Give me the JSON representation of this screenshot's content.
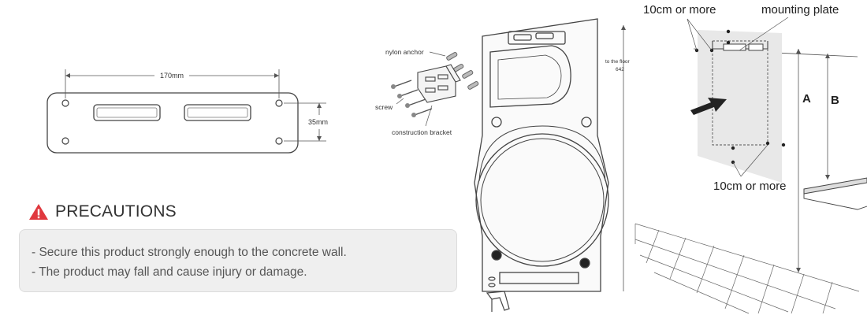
{
  "plate_diagram": {
    "width_label": "170mm",
    "height_label": "35mm"
  },
  "precautions": {
    "icon": "warning-triangle-icon",
    "icon_color": "#e0383e",
    "title": "PRECAUTIONS",
    "items": [
      "- Secure this product strongly enough to the concrete wall.",
      "- The product may fall and cause injury or damage."
    ]
  },
  "bracket_diagram": {
    "nylon_anchor_label": "nylon anchor",
    "screw_label": "screw",
    "construction_bracket_label": "construction bracket",
    "floor_label": "to the floor",
    "floor_value": "642"
  },
  "wall_diagram": {
    "top_clearance_label": "10cm or more",
    "mounting_plate_label": "mounting plate",
    "bottom_clearance_label": "10cm or more",
    "dimension_a": "A",
    "dimension_b": "B"
  }
}
